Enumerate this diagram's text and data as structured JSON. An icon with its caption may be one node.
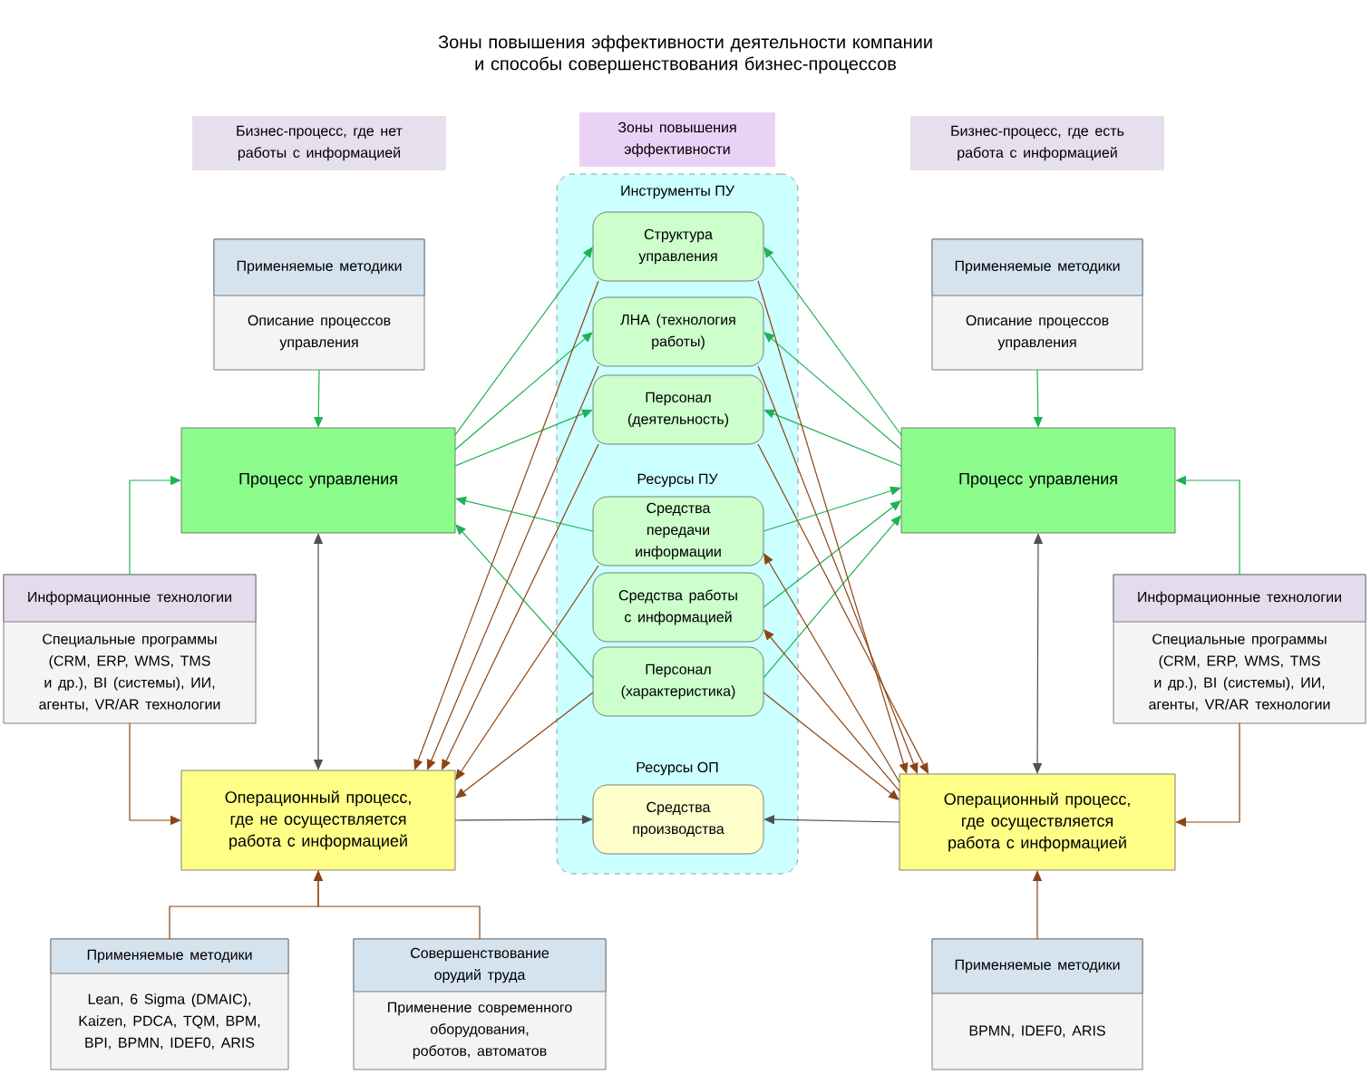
{
  "diagram": {
    "title": "Зоны повышения эффективности деятельности компании и способы совершенствования бизнес-процессов",
    "nodes": [
      {
        "text": [
          "Бизнес-процесс, где нет работы с информацией"
        ]
      },
      {
        "text": [
          "Зоны повышения эффективности"
        ]
      },
      {
        "text": [
          "Бизнес-процесс, где есть работа с информацией"
        ]
      },
      {
        "text": [
          "Инструменты ПУ",
          "Ресурсы ПУ",
          "Ресурсы ОП"
        ]
      },
      {
        "text": [
          "Структура управления"
        ],
        "in": 3
      },
      {
        "text": [
          "ЛНА (технология работы)"
        ],
        "in": 3
      },
      {
        "text": [
          "Персонал (деятельность)"
        ],
        "in": 3
      },
      {
        "text": [
          "Средства передачи информации"
        ],
        "in": 3
      },
      {
        "text": [
          "Средства работы с информацией"
        ],
        "in": 3
      },
      {
        "text": [
          "Персонал (характеристика)"
        ],
        "in": 3
      },
      {
        "text": [
          "Средства производства"
        ],
        "in": 3
      },
      {
        "text": [
          "Применяемые методики",
          "Описание процессов управления"
        ]
      },
      {
        "text": [
          "Процесс управления"
        ]
      },
      {
        "text": [
          "Информационные технологии",
          "Специальные программы (CRM, ERP, WMS, TMS и др.), BI (системы), ИИ, агенты, VR/AR технологии"
        ]
      },
      {
        "text": [
          "Операционный процесс, где не осуществляется работа с информацией"
        ]
      },
      {
        "text": [
          "Применяемые методики",
          "Lean, 6 Sigma (DMAIC), Kaizen, PDCA, TQM, BPM, BPI, BPMN, IDEF0, ARIS"
        ]
      },
      {
        "text": [
          "Совершенствование орудий труда",
          "Применение современного оборудования, роботов, автоматов"
        ]
      },
      {
        "text": [
          "Применяемые методики",
          "Описание процессов управления"
        ]
      },
      {
        "text": [
          "Процесс управления"
        ]
      },
      {
        "text": [
          "Информационные технологии",
          "Специальные программы (CRM, ERP, WMS, TMS и др.), BI (системы), ИИ, агенты, VR/AR технологии"
        ]
      },
      {
        "text": [
          "Операционный процесс, где осуществляется работа с информацией"
        ]
      },
      {
        "text": [
          "Применяемые методики",
          "BPMN, IDEF0, ARIS"
        ]
      }
    ],
    "edges": [
      {
        "from": 11,
        "to": 12,
        "arrow": "to",
        "color": "#1fb254"
      },
      {
        "from": 13,
        "to": 12,
        "arrow": "to",
        "color": "#1fb254"
      },
      {
        "from": 13,
        "to": 14,
        "arrow": "to",
        "color": "#8b4513"
      },
      {
        "from": 12,
        "to": 14,
        "arrow": "both",
        "color": "#505050"
      },
      {
        "from": 15,
        "to": 14,
        "arrow": "to",
        "color": "#8b4513"
      },
      {
        "from": 16,
        "to": 14,
        "arrow": "to",
        "color": "#8b4513"
      },
      {
        "from": 14,
        "to": 10,
        "arrow": "to",
        "color": "#505050"
      },
      {
        "from": 12,
        "to": 4,
        "arrow": "to",
        "color": "#1fb254"
      },
      {
        "from": 12,
        "to": 5,
        "arrow": "to",
        "color": "#1fb254"
      },
      {
        "from": 12,
        "to": 6,
        "arrow": "to",
        "color": "#1fb254"
      },
      {
        "from": 7,
        "to": 12,
        "arrow": "to",
        "color": "#1fb254"
      },
      {
        "from": 9,
        "to": 12,
        "arrow": "to",
        "color": "#1fb254"
      },
      {
        "from": 4,
        "to": 14,
        "arrow": "to",
        "color": "#8b4513"
      },
      {
        "from": 5,
        "to": 14,
        "arrow": "to",
        "color": "#8b4513"
      },
      {
        "from": 6,
        "to": 14,
        "arrow": "to",
        "color": "#8b4513"
      },
      {
        "from": 7,
        "to": 14,
        "arrow": "to",
        "color": "#8b4513"
      },
      {
        "from": 9,
        "to": 14,
        "arrow": "to",
        "color": "#8b4513"
      },
      {
        "from": 17,
        "to": 18,
        "arrow": "to",
        "color": "#1fb254"
      },
      {
        "from": 19,
        "to": 18,
        "arrow": "to",
        "color": "#1fb254"
      },
      {
        "from": 19,
        "to": 20,
        "arrow": "to",
        "color": "#8b4513"
      },
      {
        "from": 18,
        "to": 20,
        "arrow": "both",
        "color": "#505050"
      },
      {
        "from": 21,
        "to": 20,
        "arrow": "to",
        "color": "#8b4513"
      },
      {
        "from": 20,
        "to": 10,
        "arrow": "to",
        "color": "#505050"
      },
      {
        "from": 18,
        "to": 4,
        "arrow": "to",
        "color": "#1fb254"
      },
      {
        "from": 18,
        "to": 5,
        "arrow": "to",
        "color": "#1fb254"
      },
      {
        "from": 18,
        "to": 6,
        "arrow": "to",
        "color": "#1fb254"
      },
      {
        "from": 7,
        "to": 18,
        "arrow": "to",
        "color": "#1fb254"
      },
      {
        "from": 8,
        "to": 18,
        "arrow": "to",
        "color": "#1fb254"
      },
      {
        "from": 9,
        "to": 18,
        "arrow": "to",
        "color": "#1fb254"
      },
      {
        "from": 4,
        "to": 20,
        "arrow": "to",
        "color": "#8b4513"
      },
      {
        "from": 5,
        "to": 20,
        "arrow": "to",
        "color": "#8b4513"
      },
      {
        "from": 6,
        "to": 20,
        "arrow": "to",
        "color": "#8b4513"
      },
      {
        "from": 9,
        "to": 20,
        "arrow": "to",
        "color": "#8b4513"
      },
      {
        "from": 20,
        "to": 7,
        "arrow": "to",
        "color": "#8b4513"
      },
      {
        "from": 20,
        "to": 8,
        "arrow": "to",
        "color": "#8b4513"
      }
    ]
  }
}
